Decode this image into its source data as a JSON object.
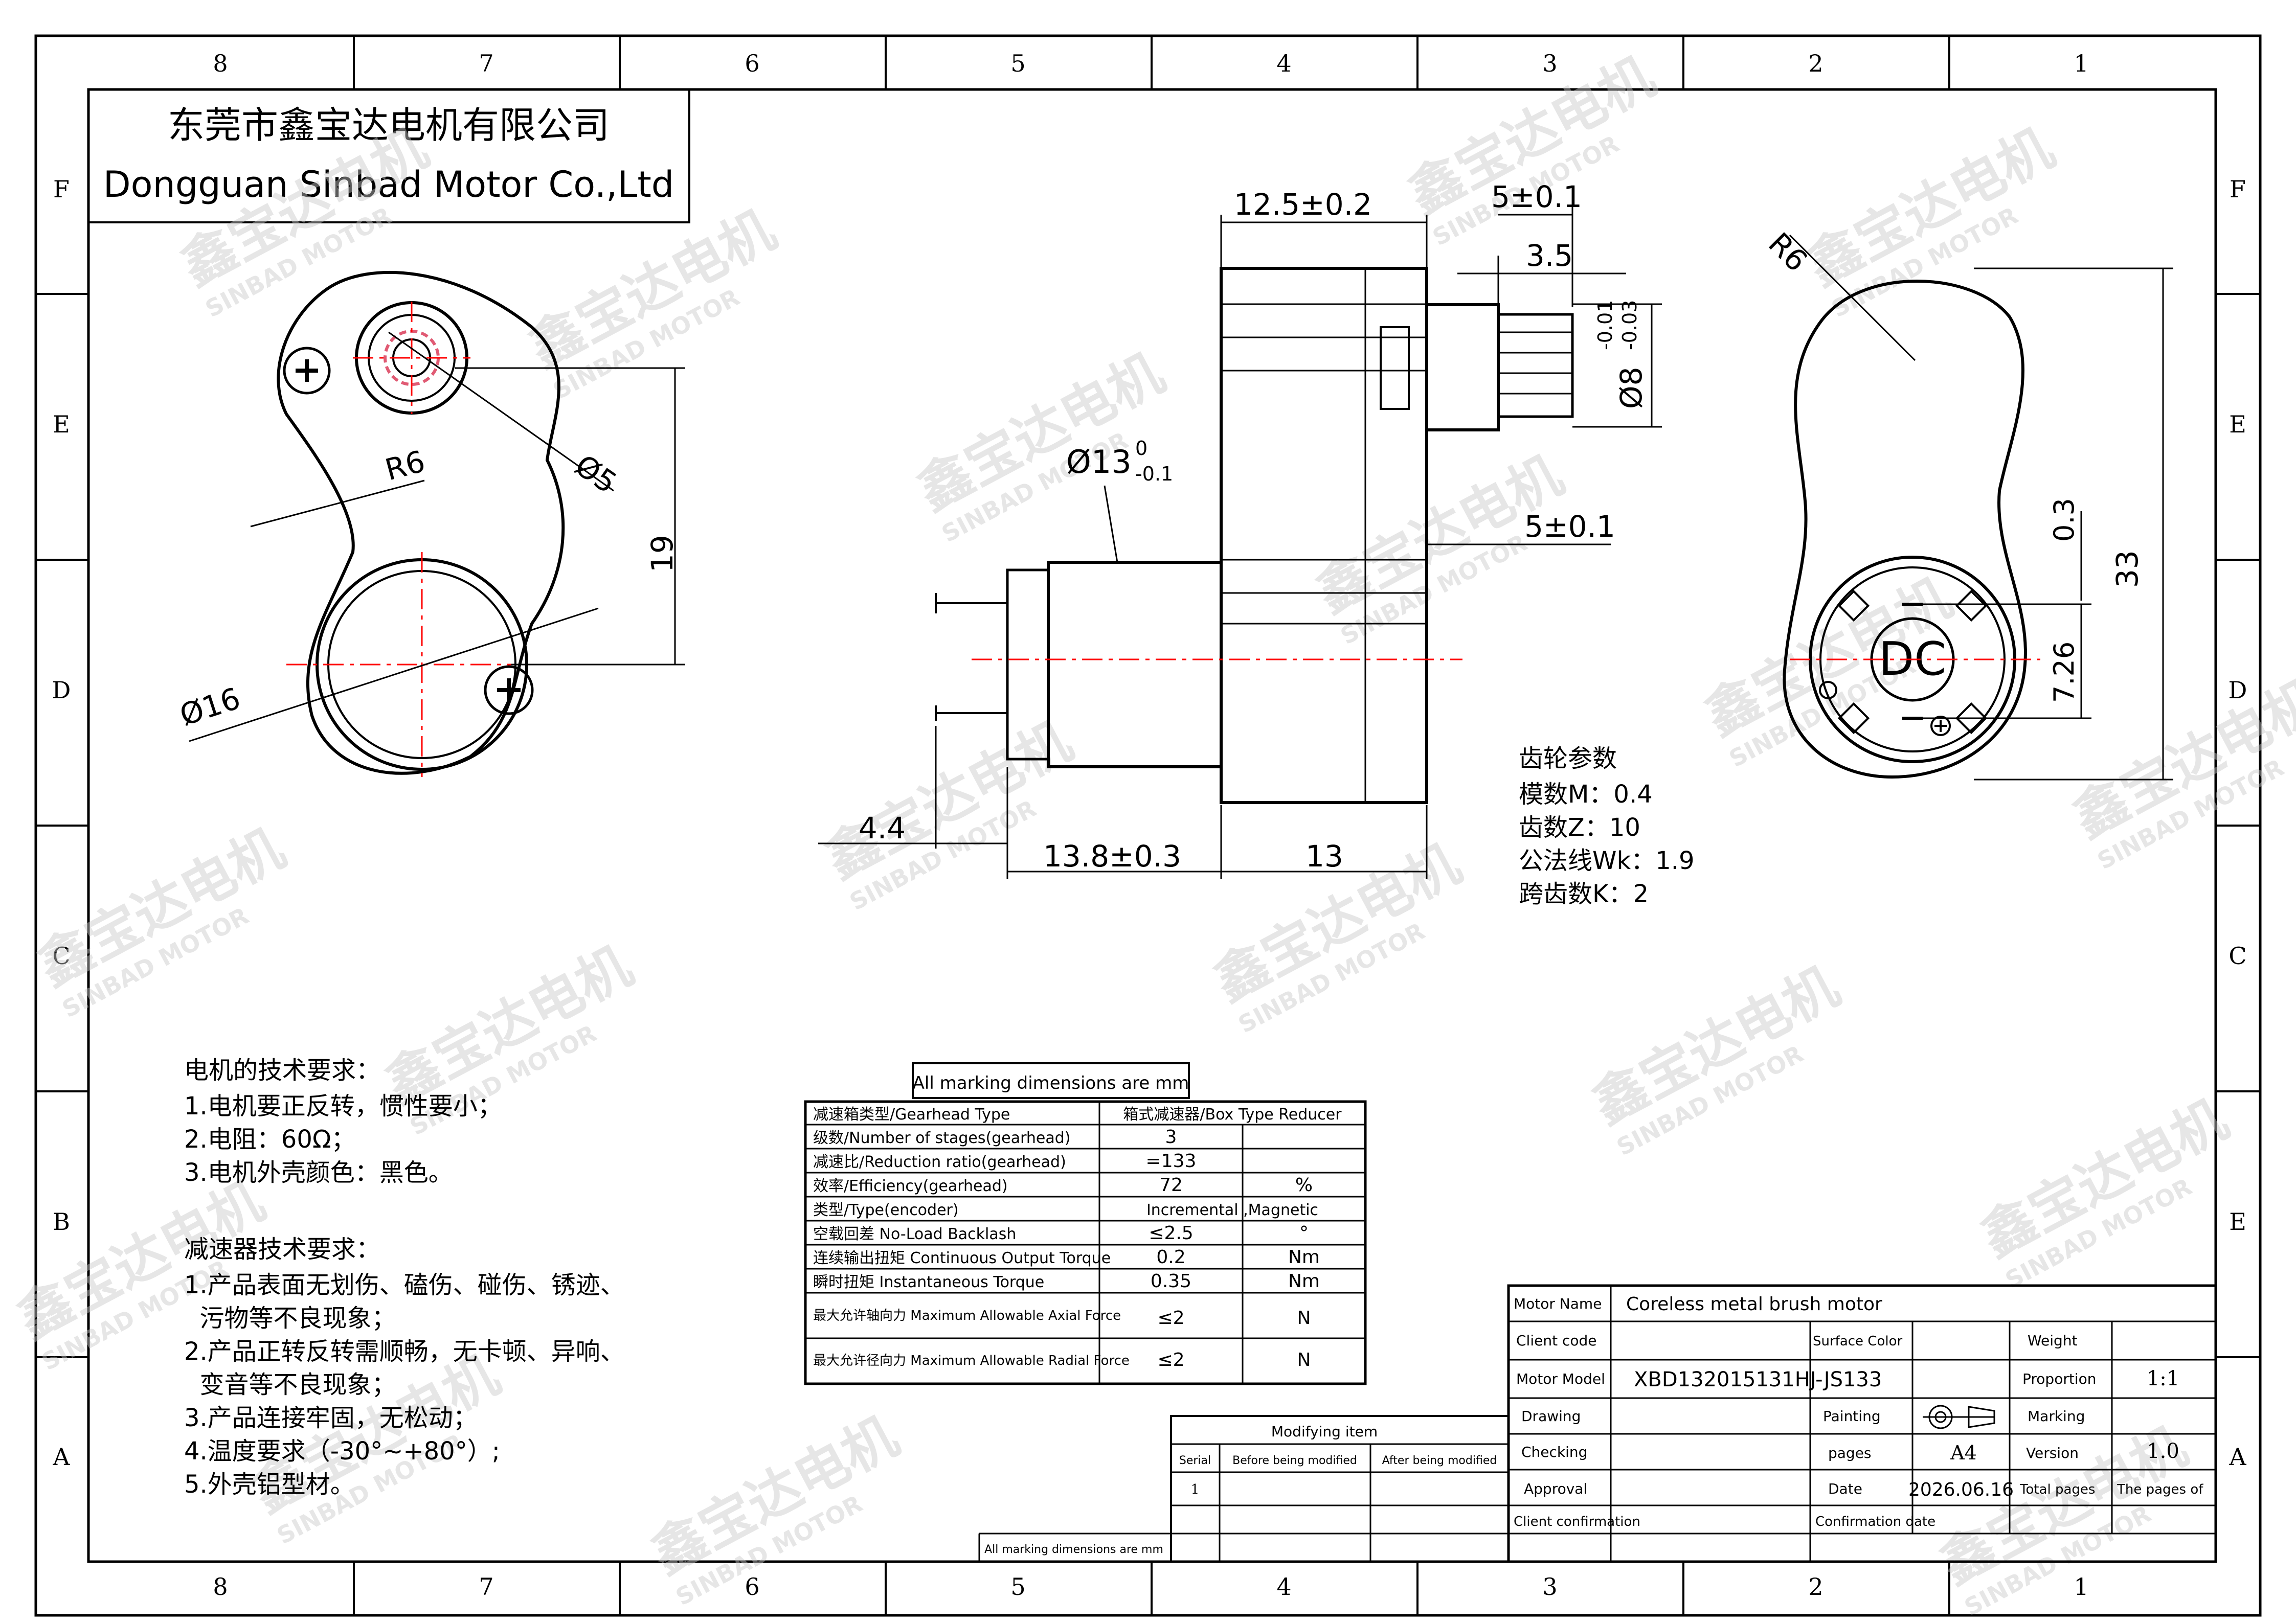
{
  "colors": {
    "line": "#000000",
    "centerline": "#ff0000",
    "watermark": "#c9c9c9",
    "gear_pink": "#e05a73"
  },
  "border": {
    "columns_top": [
      "8",
      "7",
      "6",
      "5",
      "4",
      "3",
      "2",
      "1"
    ],
    "columns_bottom": [
      "8",
      "7",
      "6",
      "5",
      "4",
      "3",
      "2",
      "1"
    ],
    "rows_left": [
      "F",
      "E",
      "D",
      "C",
      "B",
      "A"
    ],
    "rows_right": [
      "F",
      "E",
      "D",
      "C",
      "E",
      "A"
    ]
  },
  "company": {
    "name_cn": "东莞市鑫宝达电机有限公司",
    "name_en": "Dongguan Sinbad Motor Co.,Ltd"
  },
  "watermark": {
    "cn": "鑫宝达电机",
    "en": "SINBAD MOTOR"
  },
  "view_left": {
    "r6": "R6",
    "d5": "Ø5",
    "d16": "Ø16",
    "dim19": "19"
  },
  "view_side": {
    "d12_5": "12.5±0.2",
    "d5a": "5±0.1",
    "d3_5": "3.5",
    "d8": "Ø8",
    "d8_tol_up": "-0.01",
    "d8_tol_low": "-0.03",
    "d13": "Ø13",
    "d13_tol_up": "0",
    "d13_tol_low": "-0.1",
    "d5b": "5±0.1",
    "d4_4": "4.4",
    "d13_8": "13.8±0.3",
    "d13len": "13"
  },
  "view_right": {
    "r6": "R6",
    "d0_3": "0.3",
    "d33": "33",
    "d7_26": "7.26",
    "dc": "DC"
  },
  "gear_params": {
    "title": "齿轮参数",
    "lines": [
      "模数M：0.4",
      "齿数Z：10",
      "公法线Wk：1.9",
      "跨齿数K：2"
    ]
  },
  "motor_req": {
    "title": "电机的技术要求：",
    "lines": [
      "1.电机要正反转，惯性要小；",
      "2.电阻：60Ω；",
      "3.电机外壳颜色：黑色。"
    ]
  },
  "reducer_req": {
    "title": "减速器技术要求：",
    "lines": [
      "1.产品表面无划伤、磕伤、碰伤、锈迹、",
      "  污物等不良现象；",
      "2.产品正转反转需顺畅，无卡顿、异响、",
      "  变音等不良现象；",
      "3.产品连接牢固，无松动；",
      "4.温度要求（-30°~+80°）;",
      "5.外壳铝型材。"
    ]
  },
  "spec_table": {
    "caption": "All marking dimensions are mm",
    "rows": [
      [
        "减速箱类型/Gearhead Type",
        "箱式减速器/Box Type Reducer",
        ""
      ],
      [
        "级数/Number of stages(gearhead)",
        "3",
        ""
      ],
      [
        "减速比/Reduction ratio(gearhead)",
        "=133",
        ""
      ],
      [
        "效率/Efficiency(gearhead)",
        "72",
        "%"
      ],
      [
        "类型/Type(encoder)",
        "Incremental ,Magnetic",
        ""
      ],
      [
        "空载回差 No-Load Backlash",
        "≤2.5",
        "°"
      ],
      [
        "连续输出扭矩 Continuous Output Torque",
        "0.2",
        "Nm"
      ],
      [
        "瞬时扭矩 Instantaneous Torque",
        "0.35",
        "Nm"
      ],
      [
        "最大允许轴向力 Maximum Allowable Axial Force",
        "≤2",
        "N"
      ],
      [
        "最大允许径向力 Maximum Allowable Radial Force",
        "≤2",
        "N"
      ]
    ]
  },
  "modify_table": {
    "title": "Modifying item",
    "headers": [
      "Serial",
      "Before being modified",
      "After being modified"
    ],
    "serial": "1",
    "footer": "All marking dimensions are mm"
  },
  "title_block": {
    "motor_name_label": "Motor Name",
    "motor_name": "Coreless metal brush motor",
    "client_code_label": "Client code",
    "surface_color_label": "Surface Color",
    "weight_label": "Weight",
    "motor_model_label": "Motor Model",
    "motor_model": "XBD132015131HJ-JS133",
    "proportion_label": "Proportion",
    "proportion": "1:1",
    "drawing_label": "Drawing",
    "painting_label": "Painting",
    "marking_label": "Marking",
    "checking_label": "Checking",
    "pages_label": "pages",
    "pages": "A4",
    "version_label": "Version",
    "version": "1.0",
    "approval_label": "Approval",
    "date_label": "Date",
    "date": "2026.06.16",
    "total_pages_label": "Total pages",
    "pages_of_label": "The pages of",
    "client_confirm_label": "Client confirmation",
    "confirm_date_label": "Confirmation date"
  }
}
